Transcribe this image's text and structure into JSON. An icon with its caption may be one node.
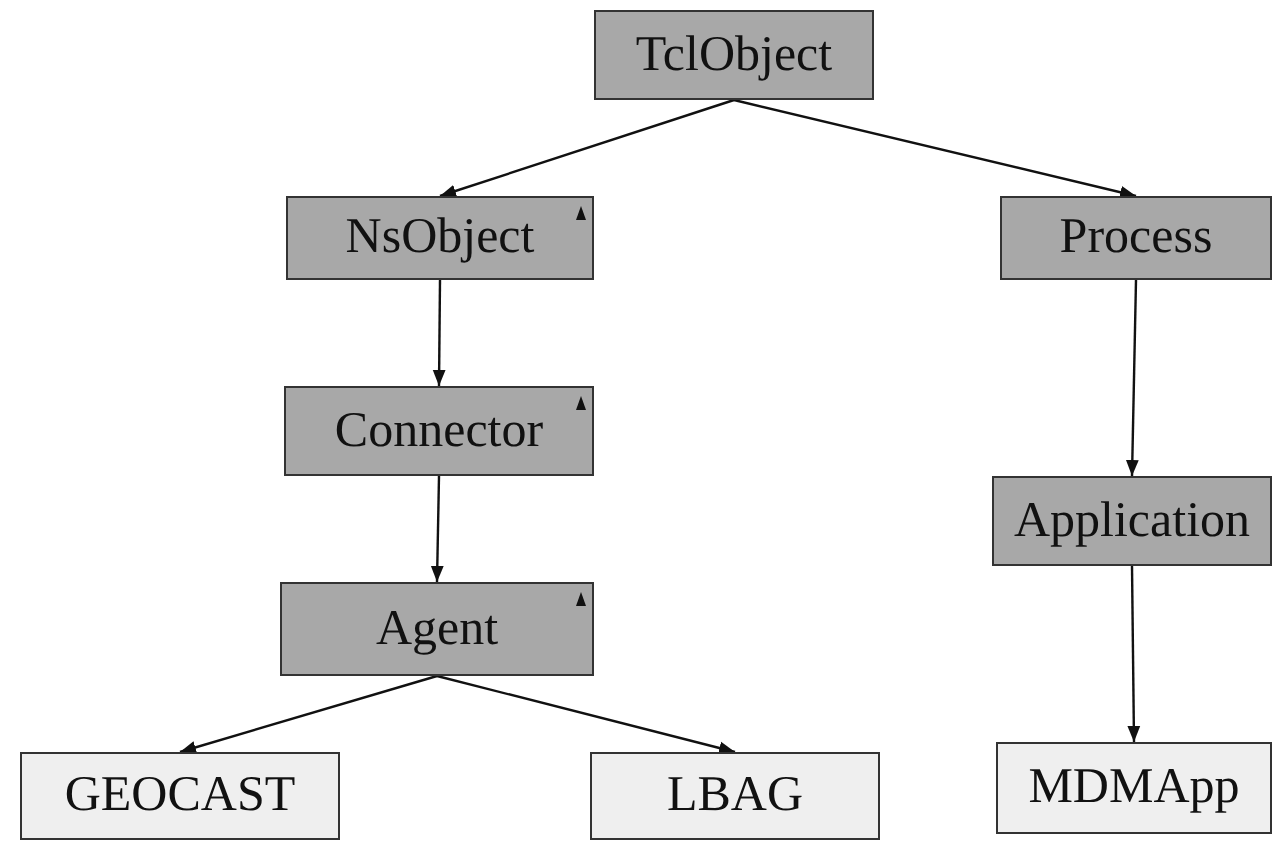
{
  "diagram": {
    "nodes": [
      {
        "text": [
          "TclObject"
        ]
      },
      {
        "text": [
          "NsObject"
        ]
      },
      {
        "text": [
          "Process"
        ]
      },
      {
        "text": [
          "Connector"
        ]
      },
      {
        "text": [
          "Application"
        ]
      },
      {
        "text": [
          "Agent"
        ]
      },
      {
        "text": [
          "GEOCAST"
        ]
      },
      {
        "text": [
          "LBAG"
        ]
      },
      {
        "text": [
          "MDMApp"
        ]
      }
    ],
    "edges": [
      {
        "from": 0,
        "to": 1,
        "arrow": "to"
      },
      {
        "from": 0,
        "to": 2,
        "arrow": "to"
      },
      {
        "from": 1,
        "to": 3,
        "arrow": "to"
      },
      {
        "from": 2,
        "to": 4,
        "arrow": "to"
      },
      {
        "from": 3,
        "to": 5,
        "arrow": "to"
      },
      {
        "from": 5,
        "to": 6,
        "arrow": "to"
      },
      {
        "from": 5,
        "to": 7,
        "arrow": "to"
      },
      {
        "from": 4,
        "to": 8,
        "arrow": "to"
      }
    ]
  }
}
